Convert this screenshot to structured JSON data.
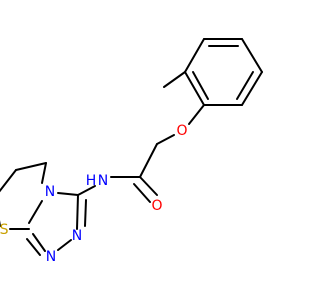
{
  "atoms": {
    "O_ether": "O",
    "O_carbonyl": "O",
    "N_amide": "N",
    "H_amide": "H",
    "N_ring_fused": "N",
    "N_triazole_a": "N",
    "N_triazole_b": "N",
    "S_ring": "S"
  },
  "colors": {
    "bond": "#000000",
    "oxygen": "#ff0000",
    "nitrogen": "#0000ff",
    "sulfur": "#c8a000"
  }
}
